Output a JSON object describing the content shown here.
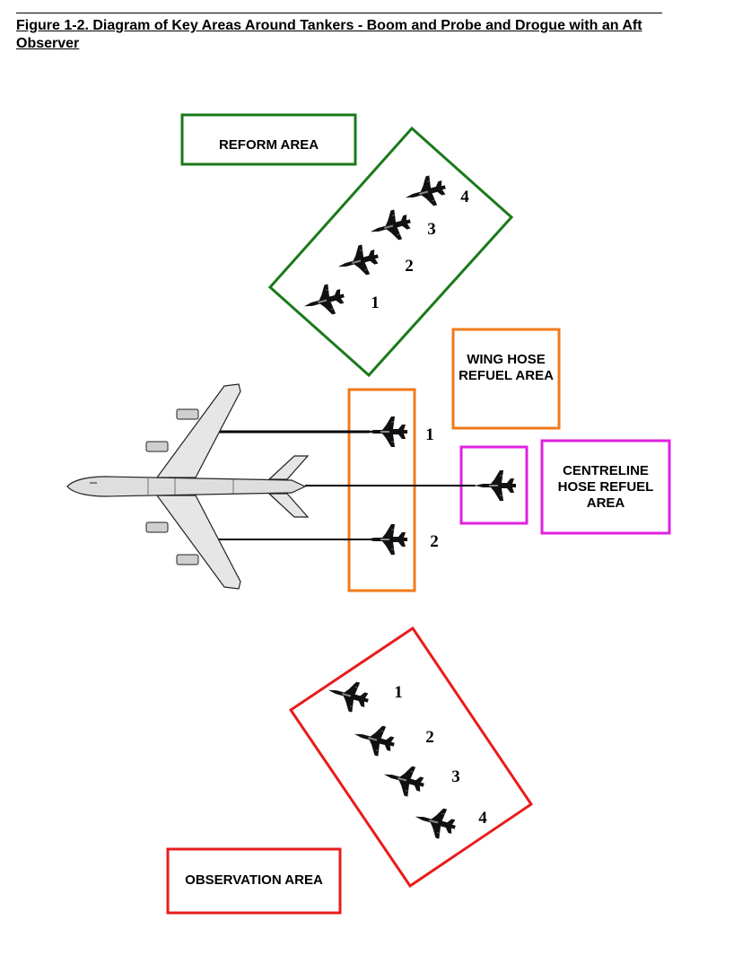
{
  "figure": {
    "title": "Figure 1-2.  Diagram of Key Areas Around Tankers - Boom and Probe and Drogue with an Aft Observer"
  },
  "areas": {
    "reform": {
      "label": "REFORM  AREA",
      "color": "#1a7a1a"
    },
    "wing_hose": {
      "label_lines": [
        "WING HOSE",
        "REFUEL AREA"
      ],
      "color": "#f07a1a"
    },
    "centreline": {
      "label_lines": [
        "CENTRELINE",
        "HOSE REFUEL",
        "AREA"
      ],
      "color": "#e020e0"
    },
    "observation": {
      "label": "OBSERVATION  AREA",
      "color": "#e81c1c"
    }
  },
  "formation_numbers": {
    "reform": [
      "1",
      "2",
      "3",
      "4"
    ],
    "wing": [
      "1",
      "2"
    ],
    "observation": [
      "1",
      "2",
      "3",
      "4"
    ]
  },
  "icons": {
    "tanker": "tanker-aircraft-icon",
    "receiver": "fighter-jet-icon"
  }
}
